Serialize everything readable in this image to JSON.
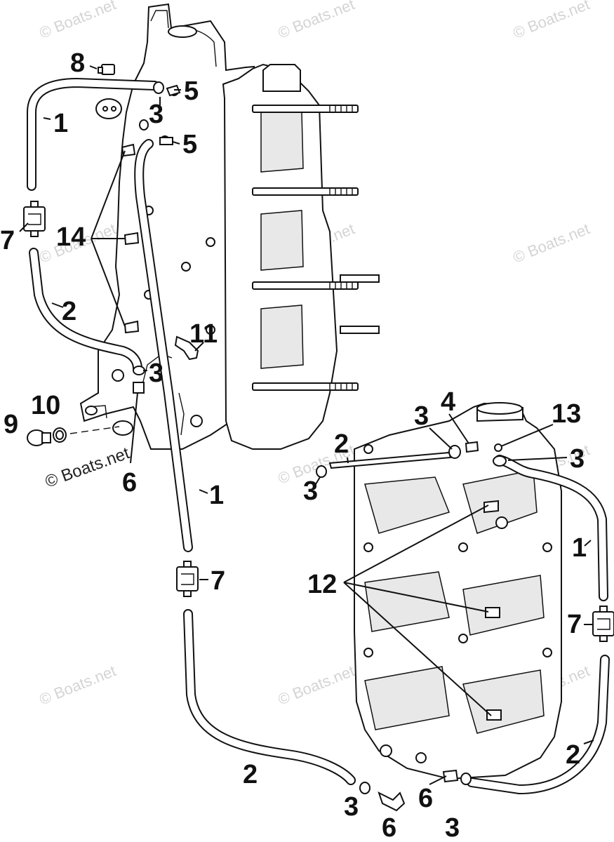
{
  "watermark": {
    "text": "© Boats.net",
    "overlay_text": "© Boats.net"
  },
  "callouts": {
    "c8": "8",
    "c5a": "5",
    "c3a": "3",
    "c1a": "1",
    "c5b": "5",
    "c7a": "7",
    "c14": "14",
    "c2a": "2",
    "c11": "11",
    "c3b": "3",
    "c10": "10",
    "c9": "9",
    "c6a": "6",
    "c1b": "1",
    "c7b": "7",
    "c3c": "3",
    "c4": "4",
    "c13": "13",
    "c2b": "2",
    "c3d": "3",
    "c3e": "3",
    "c1c": "1",
    "c12": "12",
    "c7c": "7",
    "c2c": "2",
    "c2d": "2",
    "c3f": "3",
    "c6b": "6",
    "c6c": "6",
    "c3g": "3"
  }
}
